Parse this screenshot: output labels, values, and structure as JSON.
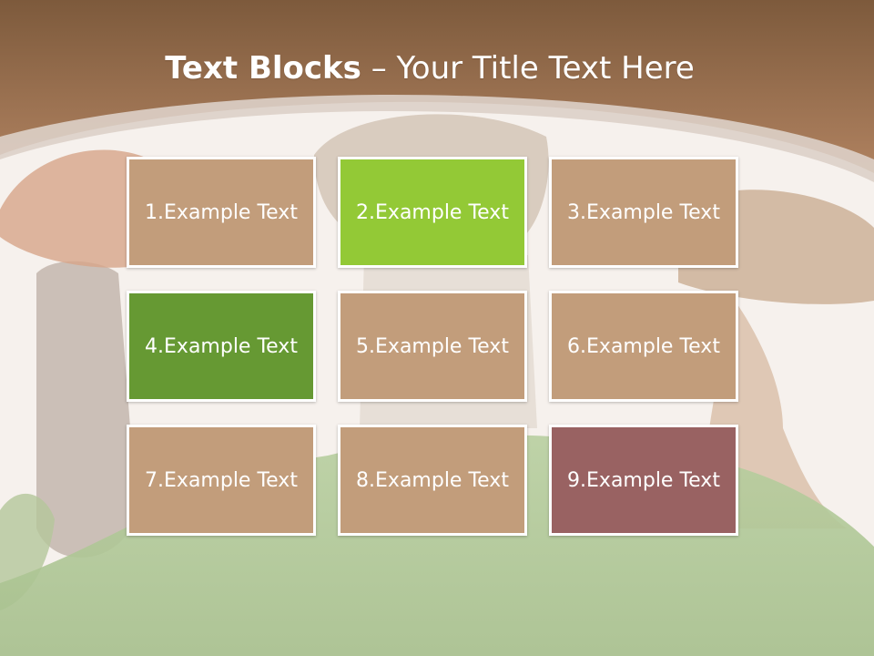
{
  "slide": {
    "title_bold": "Text Blocks",
    "title_dash": " – ",
    "title_rest": "Your Title Text Here"
  },
  "colors": {
    "header_brown": "#a87858",
    "block_tan": "#c29d7b",
    "block_lime": "#93c936",
    "block_green": "#669933",
    "block_rose": "#996262"
  },
  "blocks": [
    {
      "label": "1.Example Text",
      "color": "#c29d7b"
    },
    {
      "label": "2.Example Text",
      "color": "#93c936"
    },
    {
      "label": "3.Example Text",
      "color": "#c29d7b"
    },
    {
      "label": "4.Example Text",
      "color": "#669933"
    },
    {
      "label": "5.Example Text",
      "color": "#c29d7b"
    },
    {
      "label": "6.Example Text",
      "color": "#c29d7b"
    },
    {
      "label": "7.Example Text",
      "color": "#c29d7b"
    },
    {
      "label": "8.Example Text",
      "color": "#c29d7b"
    },
    {
      "label": "9.Example Text",
      "color": "#996262"
    }
  ]
}
